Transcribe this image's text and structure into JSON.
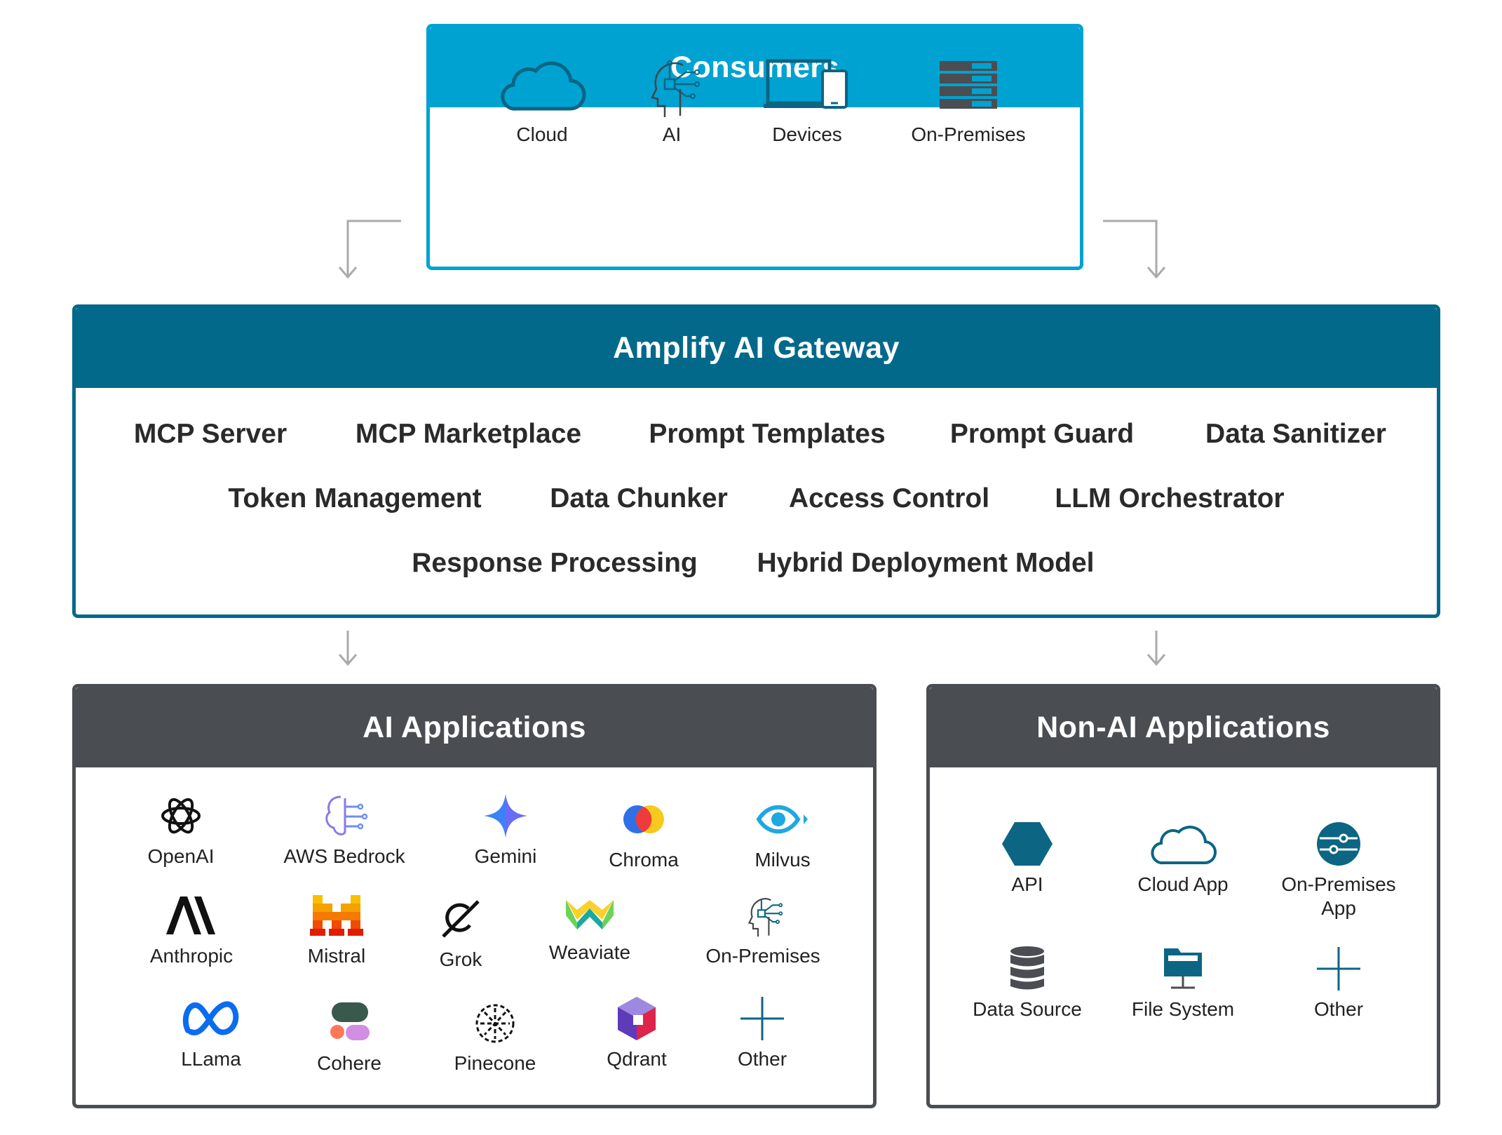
{
  "consumers": {
    "title": "Consumers",
    "items": [
      "Cloud",
      "AI",
      "Devices",
      "On-Premises"
    ]
  },
  "gateway": {
    "title": "Amplify AI Gateway",
    "features": [
      "MCP Server",
      "MCP Marketplace",
      "Prompt Templates",
      "Prompt Guard",
      "Data Sanitizer",
      "Token Management",
      "Data Chunker",
      "Access Control",
      "LLM Orchestrator",
      "Response Processing",
      "Hybrid Deployment Model"
    ]
  },
  "ai_apps": {
    "title": "AI Applications",
    "items": [
      "OpenAI",
      "AWS Bedrock",
      "Gemini",
      "Chroma",
      "Milvus",
      "Anthropic",
      "Mistral",
      "Grok",
      "Weaviate",
      "On-Premises",
      "LLama",
      "Cohere",
      "Pinecone",
      "Qdrant",
      "Other"
    ]
  },
  "non_ai_apps": {
    "title": "Non-AI Applications",
    "items": [
      "API",
      "Cloud App",
      "On-Premises App",
      "Data Source",
      "File System",
      "Other"
    ]
  },
  "colors": {
    "consumers": "#00a2d1",
    "gateway": "#03698a",
    "apps": "#4a4e52",
    "icon_teal": "#0c6583"
  }
}
